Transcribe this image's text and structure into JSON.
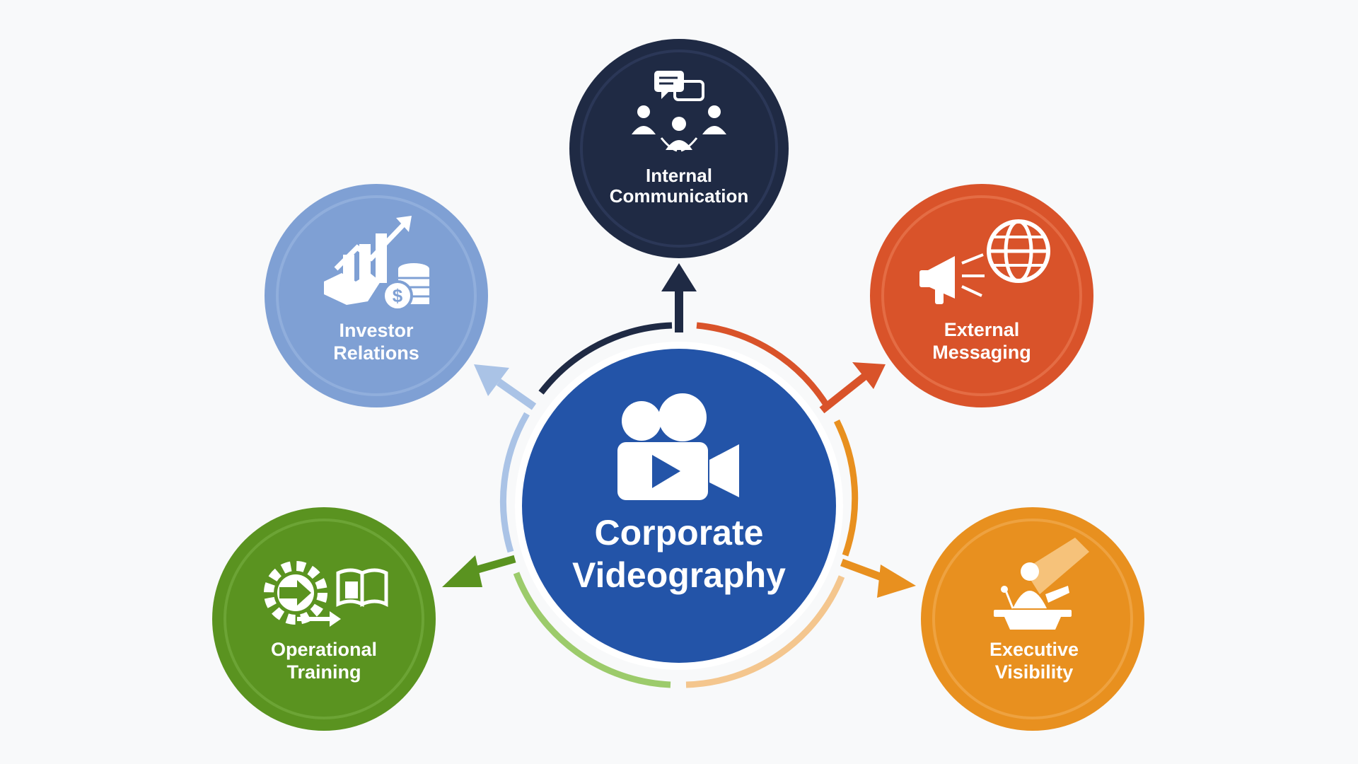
{
  "center": {
    "line1": "Corporate",
    "line2": "Videography",
    "icon": "video-camera-icon",
    "color": "#2354a8"
  },
  "nodes": [
    {
      "id": "internal-communication",
      "line1": "Internal",
      "line2": "Communication",
      "icon": "team-chat-icon",
      "color": "#1f2a44"
    },
    {
      "id": "external-messaging",
      "line1": "External",
      "line2": "Messaging",
      "icon": "megaphone-globe-icon",
      "color": "#d9532a"
    },
    {
      "id": "executive-visibility",
      "line1": "Executive",
      "line2": "Visibility",
      "icon": "speaker-podium-icon",
      "color": "#e8901f"
    },
    {
      "id": "operational-training",
      "line1": "Operational",
      "line2": "Training",
      "icon": "gear-book-icon",
      "color": "#5a9320"
    },
    {
      "id": "investor-relations",
      "line1": "Investor",
      "line2": "Relations",
      "icon": "growth-handshake-coins-icon",
      "color": "#7fa0d4"
    }
  ],
  "ring_colors": {
    "top_left": "#1f2a44",
    "top_right": "#d9532a",
    "right": "#e8901f",
    "bottom_right": "#f4c68e",
    "bottom_left": "#9ccb6b",
    "left": "#aac3e6"
  }
}
